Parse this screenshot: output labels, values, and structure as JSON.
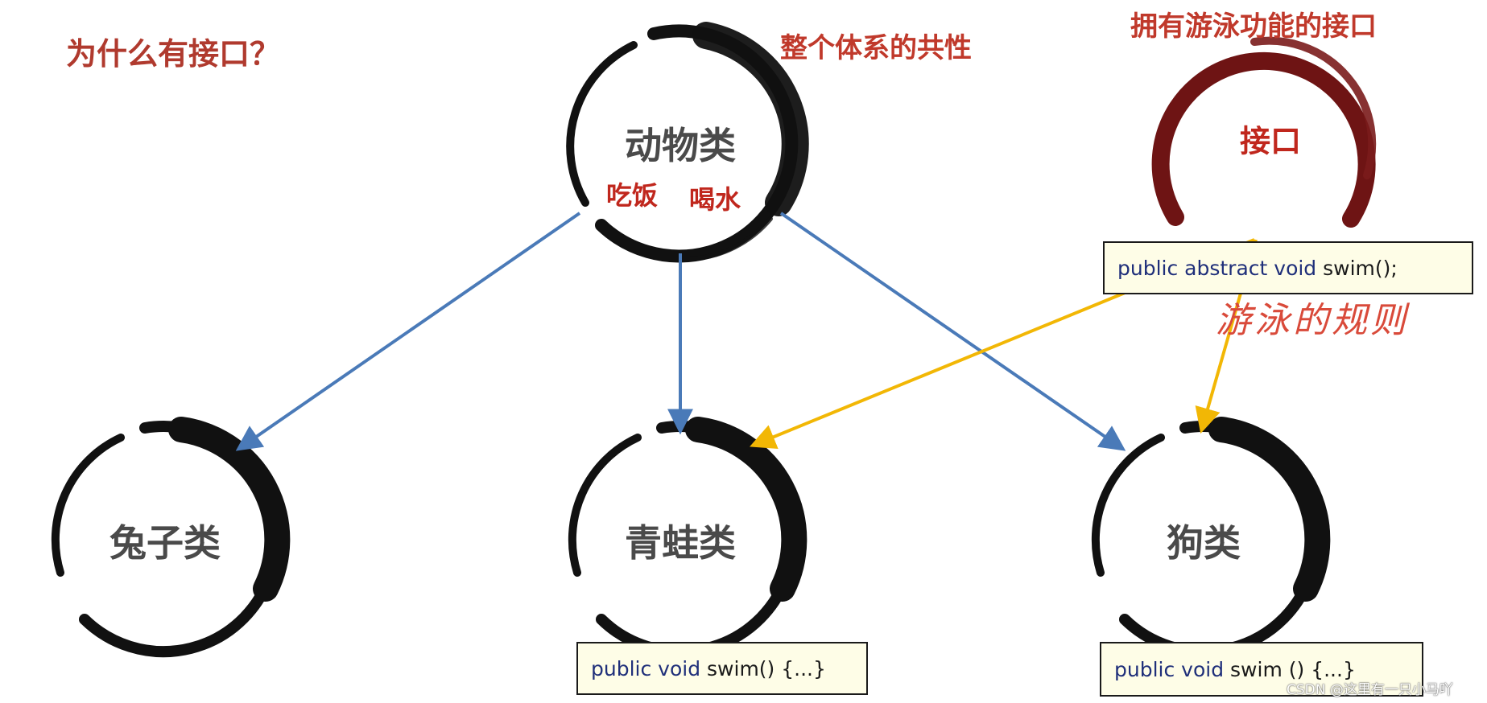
{
  "heading": "为什么有接口？",
  "annotations": {
    "common_traits": "整个体系的共性",
    "interface_title": "拥有游泳功能的接口",
    "swim_rules": "游泳的规则"
  },
  "nodes": {
    "animal": {
      "label": "动物类",
      "behaviors": [
        "吃饭",
        "喝水"
      ]
    },
    "rabbit": {
      "label": "兔子类"
    },
    "frog": {
      "label": "青蛙类"
    },
    "dog": {
      "label": "狗类"
    },
    "interface": {
      "label": "接口"
    }
  },
  "code": {
    "interface_method": {
      "keywords": "public abstract void",
      "rest": " swim();"
    },
    "frog_method": {
      "keywords": "public void",
      "rest": " swim() {...}"
    },
    "dog_method": {
      "keywords": "public void",
      "rest": " swim () {...}"
    }
  },
  "colors": {
    "inheritance_arrow": "#4a7ab8",
    "interface_arrow": "#f2b705",
    "brush_circle": "#111111",
    "interface_circle": "#6e1414",
    "accent_red": "#c0271d"
  },
  "watermark": "CSDN @这里有一只小马吖"
}
